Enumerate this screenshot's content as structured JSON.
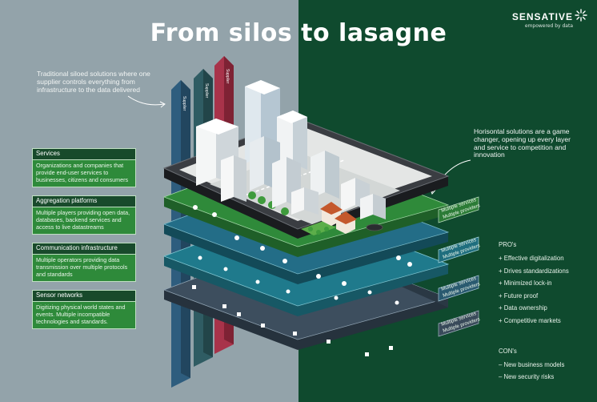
{
  "title": "From silos to lasagne",
  "brand": {
    "name": "SENSATIVE",
    "tagline": "empowered by data"
  },
  "notes": {
    "left": "Traditional siloed solutions where one supplier controls everything from infrastructure to the data delivered",
    "right": "Horisontal solutions are a game changer, opening up every layer and service to competition and innovation"
  },
  "silos": [
    {
      "label": "Supplier",
      "color": "#2e5d7e"
    },
    {
      "label": "Supplier",
      "color": "#2f5c63"
    },
    {
      "label": "Supplier",
      "color": "#a8334a"
    }
  ],
  "layers": [
    {
      "heading": "Services",
      "body": "Organizations and companies that provide end-user services to businesses, citizens and consumers"
    },
    {
      "heading": "Aggregation platforms",
      "body": "Multiple players providing open data, databases, backend services and access to live datastreams"
    },
    {
      "heading": "Communication infrastructure",
      "body": "Multiple operators providing data transmission over multiple protocols and standards"
    },
    {
      "heading": "Sensor networks",
      "body": "Digitizing physical world states and events. Multiple incompatible technologies and standards."
    }
  ],
  "side_labels": [
    {
      "line1": "Multiple services",
      "line2": "Multiple providers"
    },
    {
      "line1": "Multiple services",
      "line2": "Multiple providers"
    },
    {
      "line1": "Multiple services",
      "line2": "Multiple providers"
    },
    {
      "line1": "Multiple services",
      "line2": "Multiple providers"
    }
  ],
  "pros": {
    "heading": "PRO's",
    "items": [
      "+ Effective digitalization",
      "+ Drives standardizations",
      "+ Minimized lock-in",
      "+ Future proof",
      "+ Data ownership",
      "+ Competitive markets"
    ]
  },
  "cons": {
    "heading": "CON's",
    "items": [
      "– New business models",
      "– New security risks"
    ]
  },
  "colors": {
    "left_bg": "#93a3aa",
    "right_bg": "#0f4a2e",
    "services_layer": "#2f8a3a",
    "aggregation_layer": "#1f7a8c",
    "communication_layer": "#2f5f78",
    "sensor_layer": "#3b4c5c"
  }
}
